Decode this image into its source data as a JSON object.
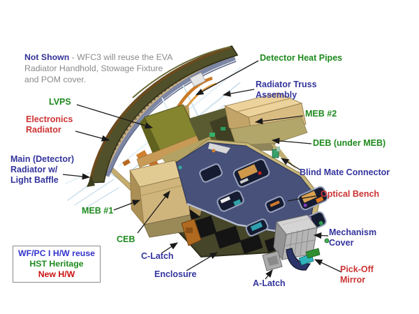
{
  "note": {
    "prefix": "Not Shown",
    "text": " - WFC3 will reuse the EVA Radiator Handhold, Stowage Fixture and POM cover."
  },
  "labels": [
    {
      "id": "detector-heat-pipes",
      "text": "Detector Heat Pipes",
      "color": "#1e8a1e"
    },
    {
      "id": "radiator-truss-assembly",
      "text": "Radiator Truss\nAssembly",
      "color": "#34349e"
    },
    {
      "id": "lvps",
      "text": "LVPS",
      "color": "#1e8a1e"
    },
    {
      "id": "meb-2",
      "text": "MEB #2",
      "color": "#1e8a1e"
    },
    {
      "id": "electronics-radiator",
      "text": "Electronics\nRadiator",
      "color": "#cc3333"
    },
    {
      "id": "deb-under-meb",
      "text": "DEB (under MEB)",
      "color": "#1e8a1e"
    },
    {
      "id": "main-detector-radiator",
      "text": "Main (Detector)\nRadiator w/\nLight Baffle",
      "color": "#34349e"
    },
    {
      "id": "blind-mate-connector",
      "text": "Blind Mate Connector",
      "color": "#34349e"
    },
    {
      "id": "optical-bench",
      "text": "Optical Bench",
      "color": "#cc3333"
    },
    {
      "id": "meb-1",
      "text": "MEB #1",
      "color": "#1e8a1e"
    },
    {
      "id": "mechanism-cover",
      "text": "Mechanism\nCover",
      "color": "#34349e"
    },
    {
      "id": "ceb",
      "text": "CEB",
      "color": "#1e8a1e"
    },
    {
      "id": "c-latch",
      "text": "C-Latch",
      "color": "#34349e"
    },
    {
      "id": "pick-off-mirror",
      "text": "Pick-Off\nMirror",
      "color": "#cc3333"
    },
    {
      "id": "enclosure",
      "text": "Enclosure",
      "color": "#34349e"
    },
    {
      "id": "a-latch",
      "text": "A-Latch",
      "color": "#34349e"
    }
  ],
  "legend": {
    "items": [
      {
        "text": "WF/PC I H/W reuse",
        "color": "#3333cc"
      },
      {
        "text": "HST Heritage",
        "color": "#1e8a1e"
      },
      {
        "text": "New H/W",
        "color": "#cc1111"
      }
    ]
  },
  "palette": {
    "arrow": "#1a1a1a",
    "radiator_olive": "#50502a",
    "radiator_brown": "#6e4a1c",
    "bench_navy": "#475179",
    "box_tan": "#e2cb92",
    "enclosure_olive": "#45452a",
    "cover_gray": "#b5b5b5",
    "heatpipe_orange": "#c87a28",
    "strut_blue": "#d4e6ef",
    "mirror_teal": "#2fb3ba"
  }
}
